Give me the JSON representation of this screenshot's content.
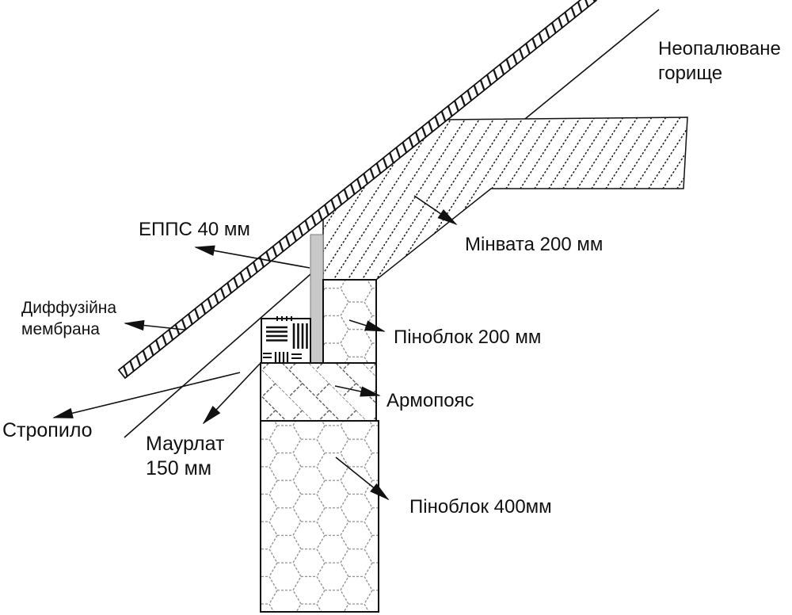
{
  "diagram": {
    "labels": {
      "attic": {
        "line1": "Неопалюване",
        "line2": "горище"
      },
      "epps": "ЕППС 40 мм",
      "minvata": "Мінвата 200 мм",
      "membrane": {
        "line1": "Диффузійна",
        "line2": "мембрана"
      },
      "pinoblok200": "Піноблок 200 мм",
      "stropilo": "Стропило",
      "maurlat": {
        "line1": "Маурлат",
        "line2": "150 мм"
      },
      "armopoyas": "Армопояс",
      "pinoblok400": "Піноблок 400мм"
    },
    "colors": {
      "ink": "#111111",
      "hatch_gray": "#4a4a4a",
      "foam_pattern_gray": "#8f8f8f",
      "epps_fill": "#c8c8c8",
      "background": "#ffffff"
    }
  }
}
